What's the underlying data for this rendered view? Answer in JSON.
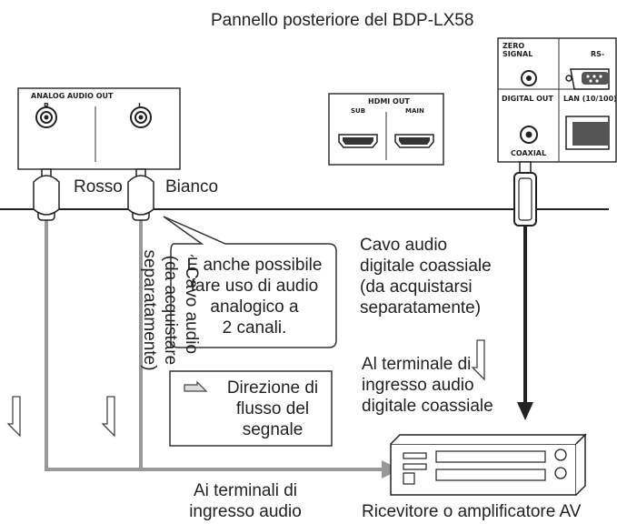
{
  "panel_title": "Pannello posteriore del BDP-LX58",
  "analog_panel": {
    "title": "ANALOG AUDIO OUT",
    "left_channel": "R",
    "right_channel": "L"
  },
  "hdmi_panel": {
    "title": "HDMI OUT",
    "sub": "SUB",
    "main": "MAIN"
  },
  "side_panel": {
    "zero_signal": "ZERO\nSIGNAL",
    "rs": "RS-",
    "digital_out": "DIGITAL OUT",
    "lan": "LAN (10/100)",
    "coaxial": "COAXIAL"
  },
  "plug_labels": {
    "red": "Rosso",
    "white": "Bianco"
  },
  "audio_cable_label": [
    "Cavo audio",
    "(da acquistare",
    "separatamente)"
  ],
  "note_bubble": [
    "È anche possibile",
    "fare uso di audio",
    "analogico a",
    "2 canali."
  ],
  "coax_cable_label": [
    "Cavo audio",
    "digitale coassiale",
    "(da acquistarsi",
    "separatamente)"
  ],
  "coax_terminal_label": [
    "Al terminale di",
    "ingresso audio",
    "digitale coassiale"
  ],
  "legend": [
    "Direzione di",
    "flusso del",
    "segnale"
  ],
  "analog_terminal_label": [
    "Ai terminali di",
    "ingresso audio"
  ],
  "receiver_label": "Ricevitore o amplificatore AV"
}
